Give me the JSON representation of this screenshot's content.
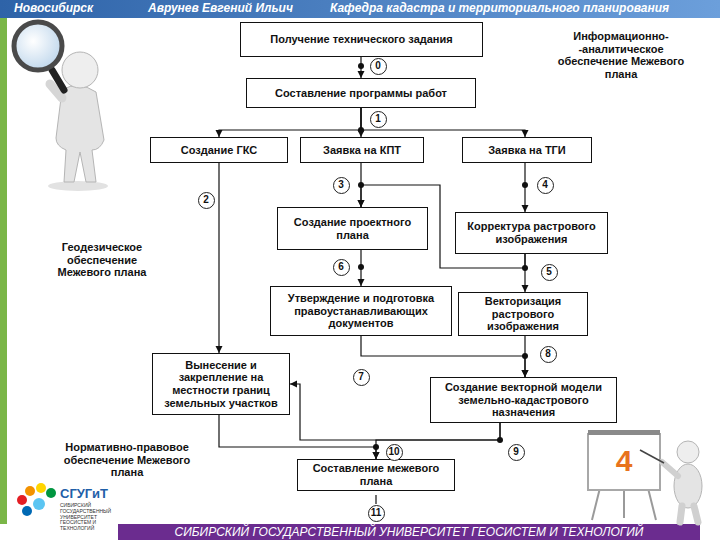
{
  "diagram": {
    "nodes": [
      {
        "text": [
          "Получение технического задания"
        ]
      },
      {
        "text": [
          "Составление программы работ"
        ]
      },
      {
        "text": [
          "Создание ГКС"
        ]
      },
      {
        "text": [
          "Заявка на КПТ"
        ]
      },
      {
        "text": [
          "Заявка на ТГИ"
        ]
      },
      {
        "text": [
          "Создание проектного плана"
        ]
      },
      {
        "text": [
          "Корректура растрового изображения"
        ]
      },
      {
        "text": [
          "Утверждение и подготовка правоустанавливающих документов"
        ]
      },
      {
        "text": [
          "Векторизация растрового изображения"
        ]
      },
      {
        "text": [
          "Вынесение и закрепление на местности границ земельных участков"
        ]
      },
      {
        "text": [
          "Создание векторной модели земельно-кадастрового назначения"
        ]
      },
      {
        "text": [
          "Составление межевого плана"
        ]
      }
    ],
    "edges": [
      {
        "from": 0,
        "to": 1,
        "arrow": "to"
      },
      {
        "from": 1,
        "to": 2,
        "arrow": "to"
      },
      {
        "from": 1,
        "to": 3,
        "arrow": "to"
      },
      {
        "from": 1,
        "to": 4,
        "arrow": "to"
      },
      {
        "from": 3,
        "to": 5,
        "arrow": "to"
      },
      {
        "from": 4,
        "to": 6,
        "arrow": "to"
      },
      {
        "from": 6,
        "to": 5,
        "arrow": "to"
      },
      {
        "from": 5,
        "to": 7,
        "arrow": "to"
      },
      {
        "from": 6,
        "to": 8,
        "arrow": "to"
      },
      {
        "from": 2,
        "to": 9,
        "arrow": "to"
      },
      {
        "from": 7,
        "to": 10,
        "arrow": "to"
      },
      {
        "from": 8,
        "to": 10,
        "arrow": "to"
      },
      {
        "from": 10,
        "to": 9,
        "arrow": "to"
      },
      {
        "from": 9,
        "to": 11,
        "arrow": "to"
      },
      {
        "from": 10,
        "to": 11,
        "arrow": "to"
      }
    ],
    "labels": [
      "Новосибирск",
      "Аврунев Евгений Ильич",
      "Кафедра кадастра и территориального планирования",
      "Информационно- -аналитическое обеспечение Межевого плана",
      "Геодезическое обеспечение Межевого плана",
      "Нормативно-правовое обеспечение Межевого плана",
      "0",
      "1",
      "2",
      "3",
      "4",
      "5",
      "6",
      "7",
      "8",
      "9",
      "10",
      "11",
      "4",
      "СГУГиТ",
      "СИБИРСКИЙ ГОСУДАРСТВЕННЫЙ УНИВЕРСИТЕТ ГЕОСИСТЕМ И ТЕХНОЛОГИЙ",
      "СИБИРСКИЙ ГОСУДАРСТВЕННЫЙ УНИВЕРСИТЕТ ГЕОСИСТЕМ И ТЕХНОЛОГИЙ"
    ]
  }
}
